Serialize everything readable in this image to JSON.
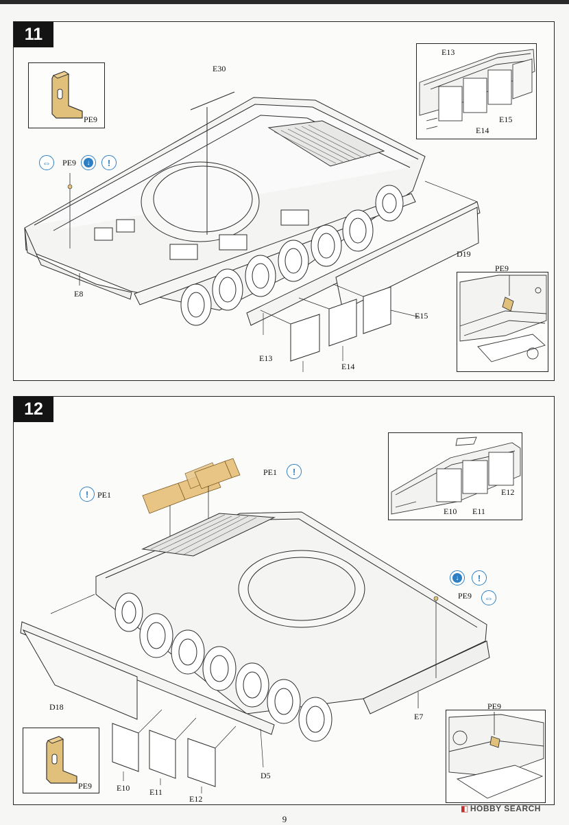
{
  "steps": [
    {
      "number": "11",
      "labels": {
        "e30": "E30",
        "pe9_top": "PE9",
        "pe9_symbol": "PE9",
        "e8": "E8",
        "d19": "D19",
        "e13": "E13",
        "e14": "E14",
        "e15": "E15",
        "inset_e13": "E13",
        "inset_e14": "E14",
        "inset_e15": "E15",
        "inset_pe9": "PE9"
      }
    },
    {
      "number": "12",
      "labels": {
        "pe1_right": "PE1",
        "pe1_left": "PE1",
        "pe9_symbol": "PE9",
        "e7": "E7",
        "d18": "D18",
        "d5": "D5",
        "e10": "E10",
        "e11": "E11",
        "e12": "E12",
        "inset_e10": "E10",
        "inset_e11": "E11",
        "inset_e12": "E12",
        "inset_pe9": "PE9",
        "part_pe9": "PE9"
      }
    }
  ],
  "symbols": {
    "bend_arrow": "⇔",
    "bend_down": "↓",
    "glue": "!"
  },
  "colors": {
    "symbol_blue": "#2d7fc4",
    "photo_etch_brass": "#e0c07a",
    "line": "#2a2a2a"
  },
  "footer": {
    "page_number": "9",
    "watermark_logo": "◧",
    "watermark_text": "HOBBY SEARCH"
  }
}
